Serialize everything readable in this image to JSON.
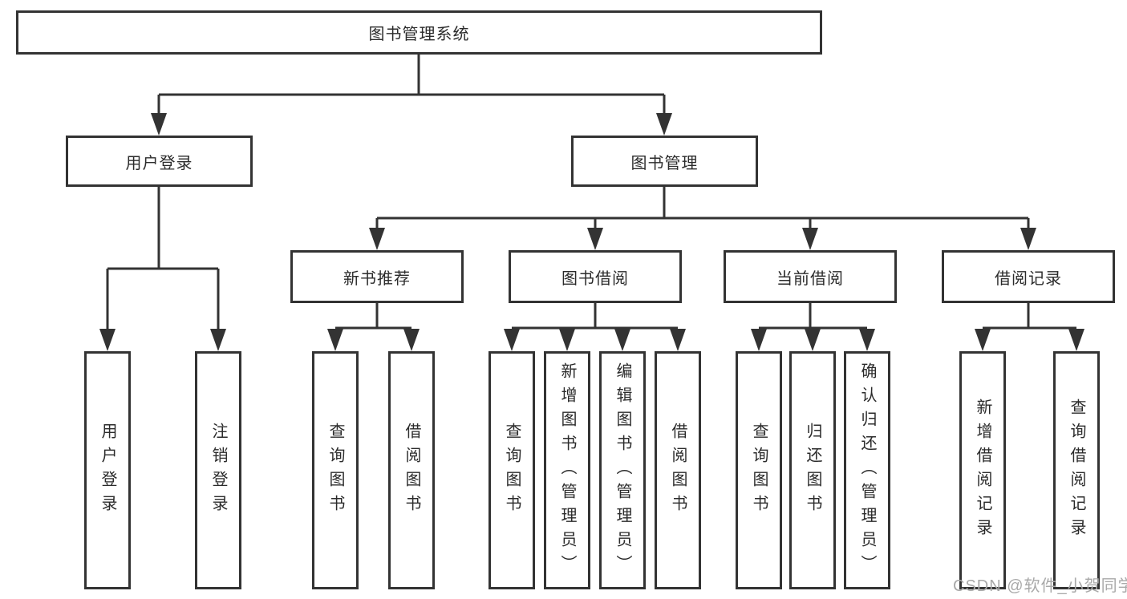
{
  "diagram": {
    "root": {
      "label": "图书管理系统"
    },
    "level2": [
      {
        "label": "用户登录"
      },
      {
        "label": "图书管理"
      }
    ],
    "level3": [
      {
        "label": "新书推荐"
      },
      {
        "label": "图书借阅"
      },
      {
        "label": "当前借阅"
      },
      {
        "label": "借阅记录"
      }
    ],
    "leaves": {
      "user_login": [
        "用户登录",
        "注销登录"
      ],
      "new_book_rec": [
        "查询图书",
        "借阅图书"
      ],
      "book_borrow": [
        "查询图书",
        "新增图书（管理员）",
        "编辑图书（管理员）",
        "借阅图书"
      ],
      "current_borrow": [
        "查询图书",
        "归还图书",
        "确认归还（管理员）"
      ],
      "borrow_record": [
        "新增借阅记录",
        "查询借阅记录"
      ]
    }
  },
  "watermark": "CSDN @软件_小贺同学",
  "colors": {
    "line": "#333333",
    "text": "#2b2b2b",
    "background": "#ffffff",
    "watermark": "#a9a9a9"
  }
}
